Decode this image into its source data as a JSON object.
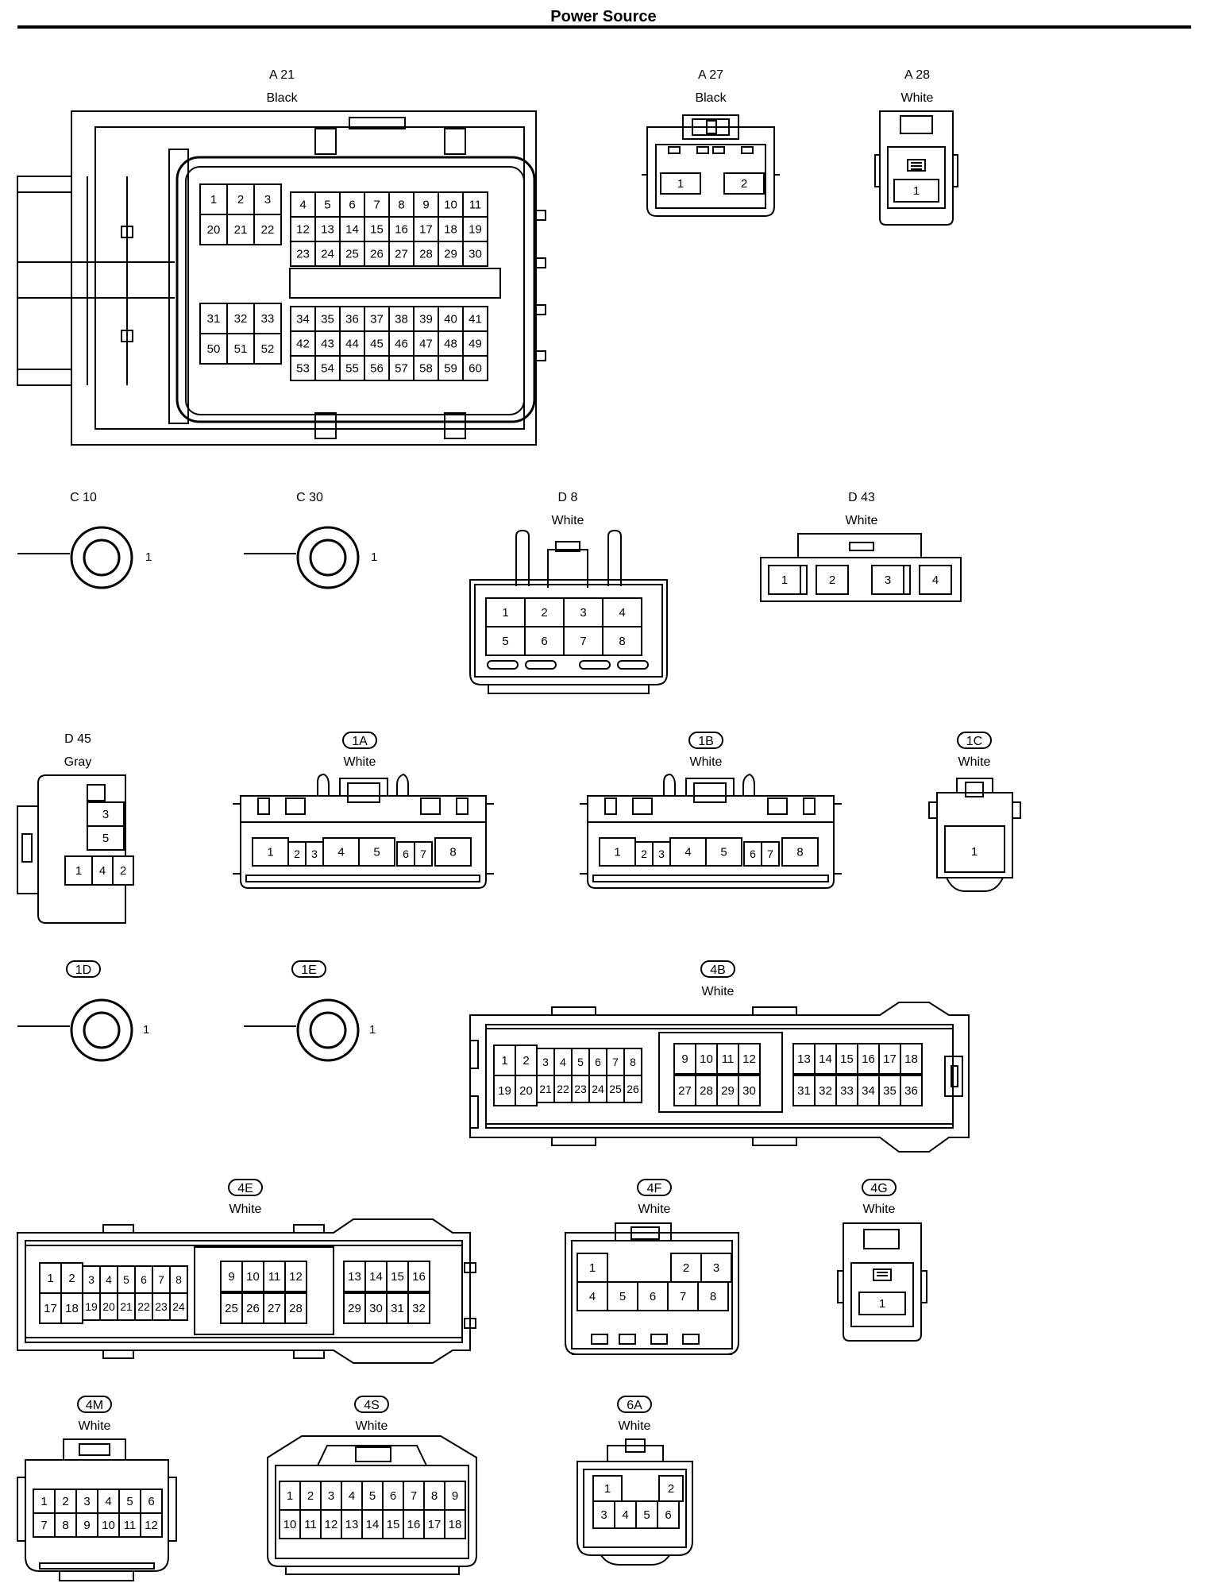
{
  "title": "Power Source",
  "connectors": {
    "a21": {
      "code": "A 21",
      "color": "Black"
    },
    "a27": {
      "code": "A 27",
      "color": "Black"
    },
    "a28": {
      "code": "A 28",
      "color": "White"
    },
    "c10": {
      "code": "C 10",
      "pin": "1"
    },
    "c30": {
      "code": "C 30",
      "pin": "1"
    },
    "d8": {
      "code": "D 8",
      "color": "White"
    },
    "d43": {
      "code": "D 43",
      "color": "White"
    },
    "d45": {
      "code": "D 45",
      "color": "Gray"
    },
    "c1a": {
      "code": "1A",
      "color": "White"
    },
    "c1b": {
      "code": "1B",
      "color": "White"
    },
    "c1c": {
      "code": "1C",
      "color": "White"
    },
    "c1d": {
      "code": "1D",
      "pin": "1"
    },
    "c1e": {
      "code": "1E",
      "pin": "1"
    },
    "c4b": {
      "code": "4B",
      "color": "White"
    },
    "c4e": {
      "code": "4E",
      "color": "White"
    },
    "c4f": {
      "code": "4F",
      "color": "White"
    },
    "c4g": {
      "code": "4G",
      "color": "White"
    },
    "c4m": {
      "code": "4M",
      "color": "White"
    },
    "c4s": {
      "code": "4S",
      "color": "White"
    },
    "c6a": {
      "code": "6A",
      "color": "White"
    }
  },
  "diagram": {
    "title": "Power Source",
    "connectors": [
      "A 21",
      "A 27",
      "A 28",
      "C 10",
      "C 30",
      "D 8",
      "D 43",
      "D 45",
      "1A",
      "1B",
      "1C",
      "1D",
      "1E",
      "4B",
      "4E",
      "4F",
      "4G",
      "4M",
      "4S",
      "6A"
    ]
  }
}
